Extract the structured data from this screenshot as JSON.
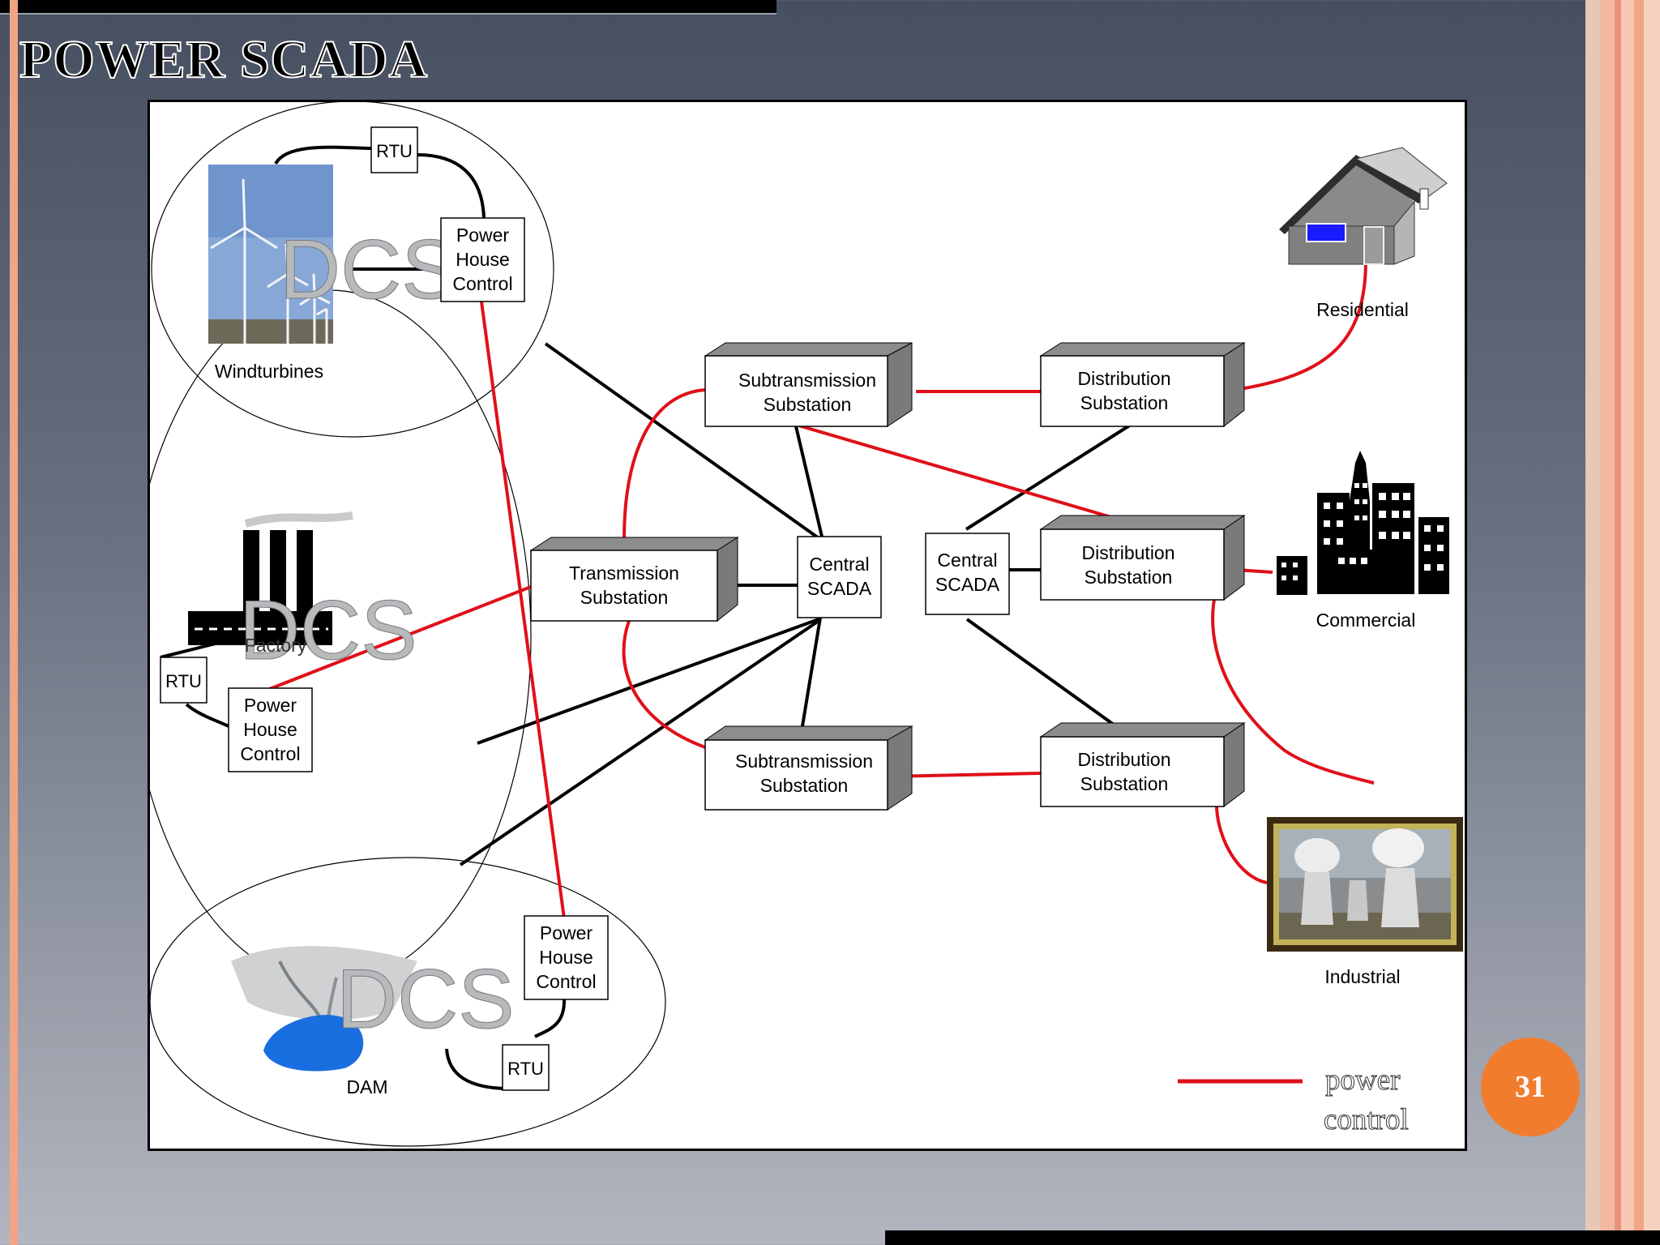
{
  "slide": {
    "title": "POWER SCADA",
    "page_number": "31"
  },
  "diagram": {
    "dcs_watermark": "DCS",
    "rtu": "RTU",
    "power_house_control": [
      "Power",
      "House",
      "Control"
    ],
    "central_scada": [
      "Central",
      "SCADA"
    ],
    "transmission_substation": [
      "Transmission",
      "Substation"
    ],
    "subtransmission_substation": [
      "Subtransmission",
      "Substation"
    ],
    "distribution_substation": [
      "Distribution",
      "Substation"
    ],
    "sources": {
      "windturbines": "Windturbines",
      "factory": "Factory",
      "dam": "DAM"
    },
    "consumers": {
      "residential": "Residential",
      "commercial": "Commercial",
      "industrial": "Industrial"
    },
    "legend": {
      "line1": "power",
      "line2": "control",
      "power_color": "#e0101a",
      "control_color": "#000000"
    }
  }
}
